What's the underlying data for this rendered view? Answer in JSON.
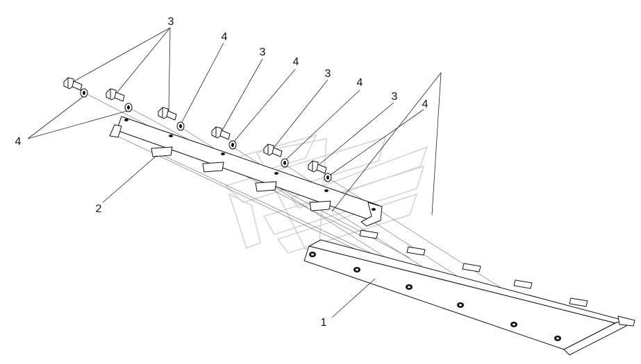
{
  "callouts": {
    "part_1": "1",
    "part_2": "2",
    "bolt_a": "3",
    "bolt_b": "3",
    "bolt_c": "3",
    "bolt_d": "3",
    "washer_a": "4",
    "washer_b": "4",
    "washer_c": "4",
    "washer_d": "4",
    "washer_e": "4"
  },
  "colors": {
    "line": "#111111",
    "background": "#ffffff",
    "watermark": "#d4d4d4"
  }
}
